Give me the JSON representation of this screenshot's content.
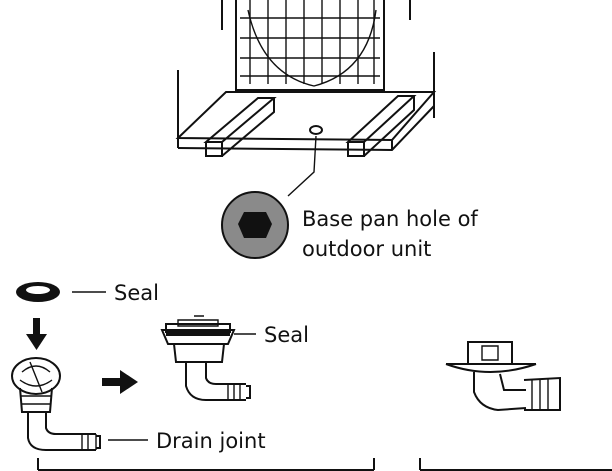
{
  "labels": {
    "hole_line1": "Base pan hole of",
    "hole_line2": "outdoor unit",
    "seal_top": "Seal",
    "seal_right": "Seal",
    "drain_joint": "Drain joint"
  },
  "colors": {
    "ink": "#111111",
    "hole_fill": "#8a8a8a",
    "paper": "#ffffff"
  }
}
